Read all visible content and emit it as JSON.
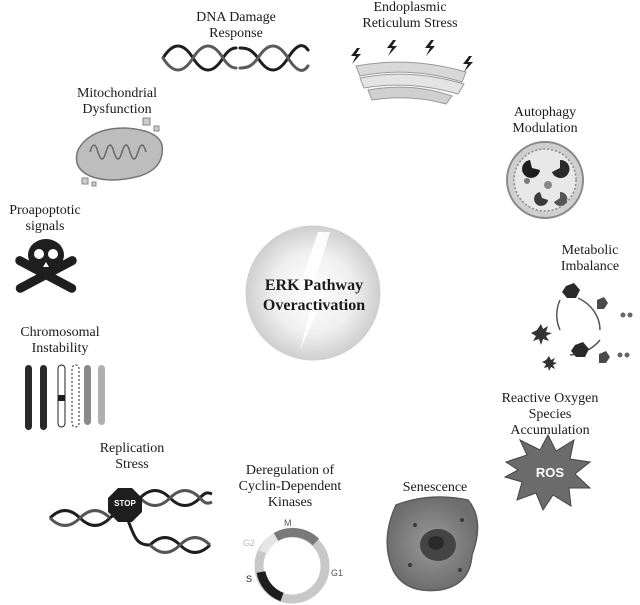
{
  "center": {
    "line1": "ERK Pathway",
    "line2": "Overactivation"
  },
  "nodes": {
    "dna_damage": {
      "line1": "DNA Damage",
      "line2": "Response"
    },
    "er_stress": {
      "line1": "Endoplasmic",
      "line2": "Reticulum Stress"
    },
    "autophagy": {
      "line1": "Autophagy",
      "line2": "Modulation"
    },
    "metabolic": {
      "line1": "Metabolic",
      "line2": "Imbalance"
    },
    "ros": {
      "line1": "Reactive Oxygen",
      "line2": "Species",
      "line3": "Accumulation",
      "badge": "ROS"
    },
    "senescence": {
      "line1": "Senescence"
    },
    "cdk": {
      "line1": "Deregulation of",
      "line2": "Cyclin-Dependent",
      "line3": "Kinases",
      "phases": {
        "m": "M",
        "g2": "G2",
        "s": "S",
        "g1": "G1"
      }
    },
    "replication": {
      "line1": "Replication",
      "line2": "Stress",
      "stop": "STOP"
    },
    "chromosomal": {
      "line1": "Chromosomal",
      "line2": "Instability"
    },
    "proapoptotic": {
      "line1": "Proapoptotic",
      "line2": "signals"
    },
    "mito": {
      "line1": "Mitochondrial",
      "line2": "Dysfunction"
    }
  },
  "colors": {
    "dark": "#1e1e1e",
    "mid": "#7a7a7a",
    "light": "#c8c8c8",
    "pale": "#e6e6e6"
  }
}
